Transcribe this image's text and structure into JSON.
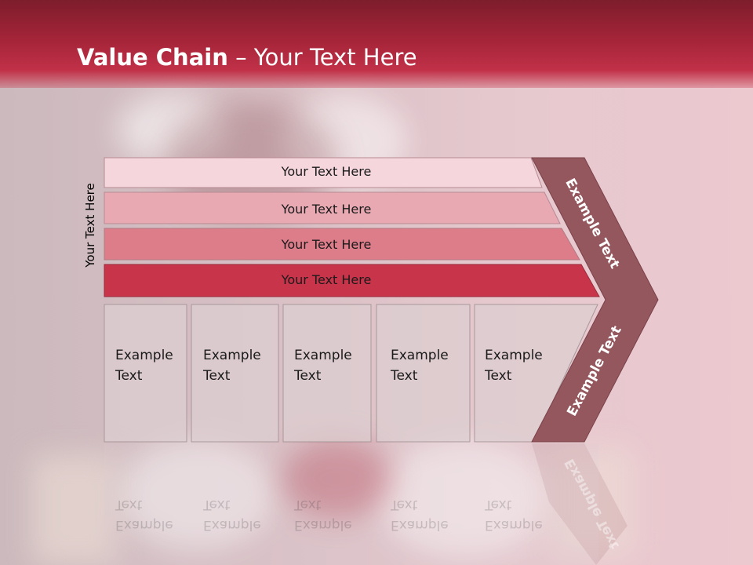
{
  "title": {
    "bold": "Value Chain",
    "rest": " – Your Text Here"
  },
  "side_label": "Your Text Here",
  "bars": [
    {
      "label": "Your Text Here",
      "color": "#f4d6dc"
    },
    {
      "label": "Your Text Here",
      "color": "#e8a9b3"
    },
    {
      "label": "Your Text Here",
      "color": "#de7d8a"
    },
    {
      "label": "Your Text Here",
      "color": "#c8344a"
    }
  ],
  "cells": [
    {
      "line1": "Example",
      "line2": "Text"
    },
    {
      "line1": "Example",
      "line2": "Text"
    },
    {
      "line1": "Example",
      "line2": "Text"
    },
    {
      "line1": "Example",
      "line2": "Text"
    },
    {
      "line1": "Example",
      "line2": "Text"
    }
  ],
  "arrow": {
    "top": "Example Text",
    "bottom": "Example Text",
    "color": "#95575e"
  }
}
